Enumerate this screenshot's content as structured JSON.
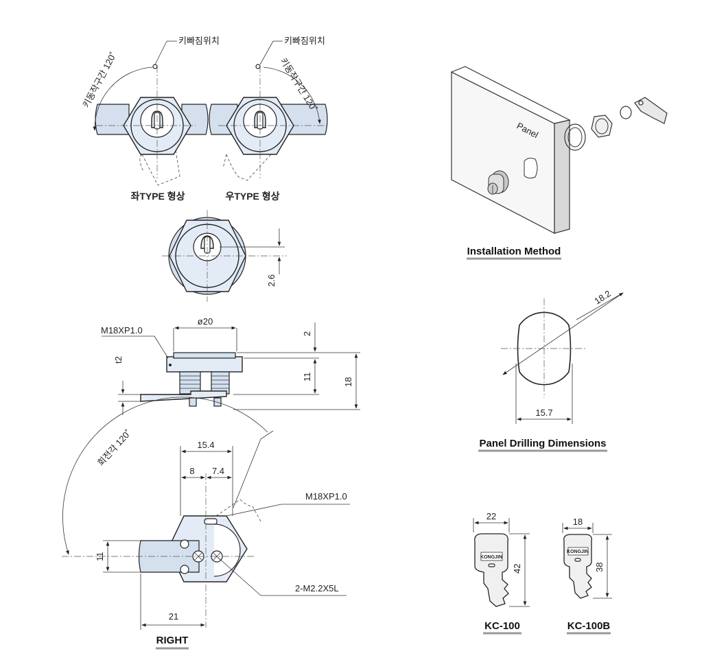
{
  "top_views": {
    "key_position_label": "키빠짐위치",
    "left_range_label": "키동작구간 120˚",
    "right_range_label": "키동작구간 120˚",
    "left_type_label": "좌TYPE 형상",
    "right_type_label": "우TYPE 형상"
  },
  "front_view": {
    "dim_26": "2.6"
  },
  "side_view": {
    "thread_label": "M18XP1.0",
    "dim_dia20": "ø20",
    "dim_2": "2",
    "dim_t2": "t2",
    "dim_11": "11",
    "dim_18": "18"
  },
  "bottom_view": {
    "rotation_label": "회전각 120˚",
    "dim_154": "15.4",
    "dim_8": "8",
    "dim_74": "7.4",
    "thread_label": "M18XP1.0",
    "dim_11": "11",
    "screw_label": "2-M2.2X5L",
    "dim_21": "21",
    "caption": "RIGHT"
  },
  "installation": {
    "panel_label": "Panel",
    "caption": "Installation Method"
  },
  "drilling": {
    "dim_182": "18.2",
    "dim_157": "15.7",
    "caption": "Panel Drilling Dimensions"
  },
  "keys": {
    "kc100": {
      "width": "22",
      "height": "42",
      "caption": "KC-100",
      "brand": "KONGJIN"
    },
    "kc100b": {
      "width": "18",
      "height": "38",
      "caption": "KC-100B",
      "brand": "KONGJIN"
    }
  }
}
